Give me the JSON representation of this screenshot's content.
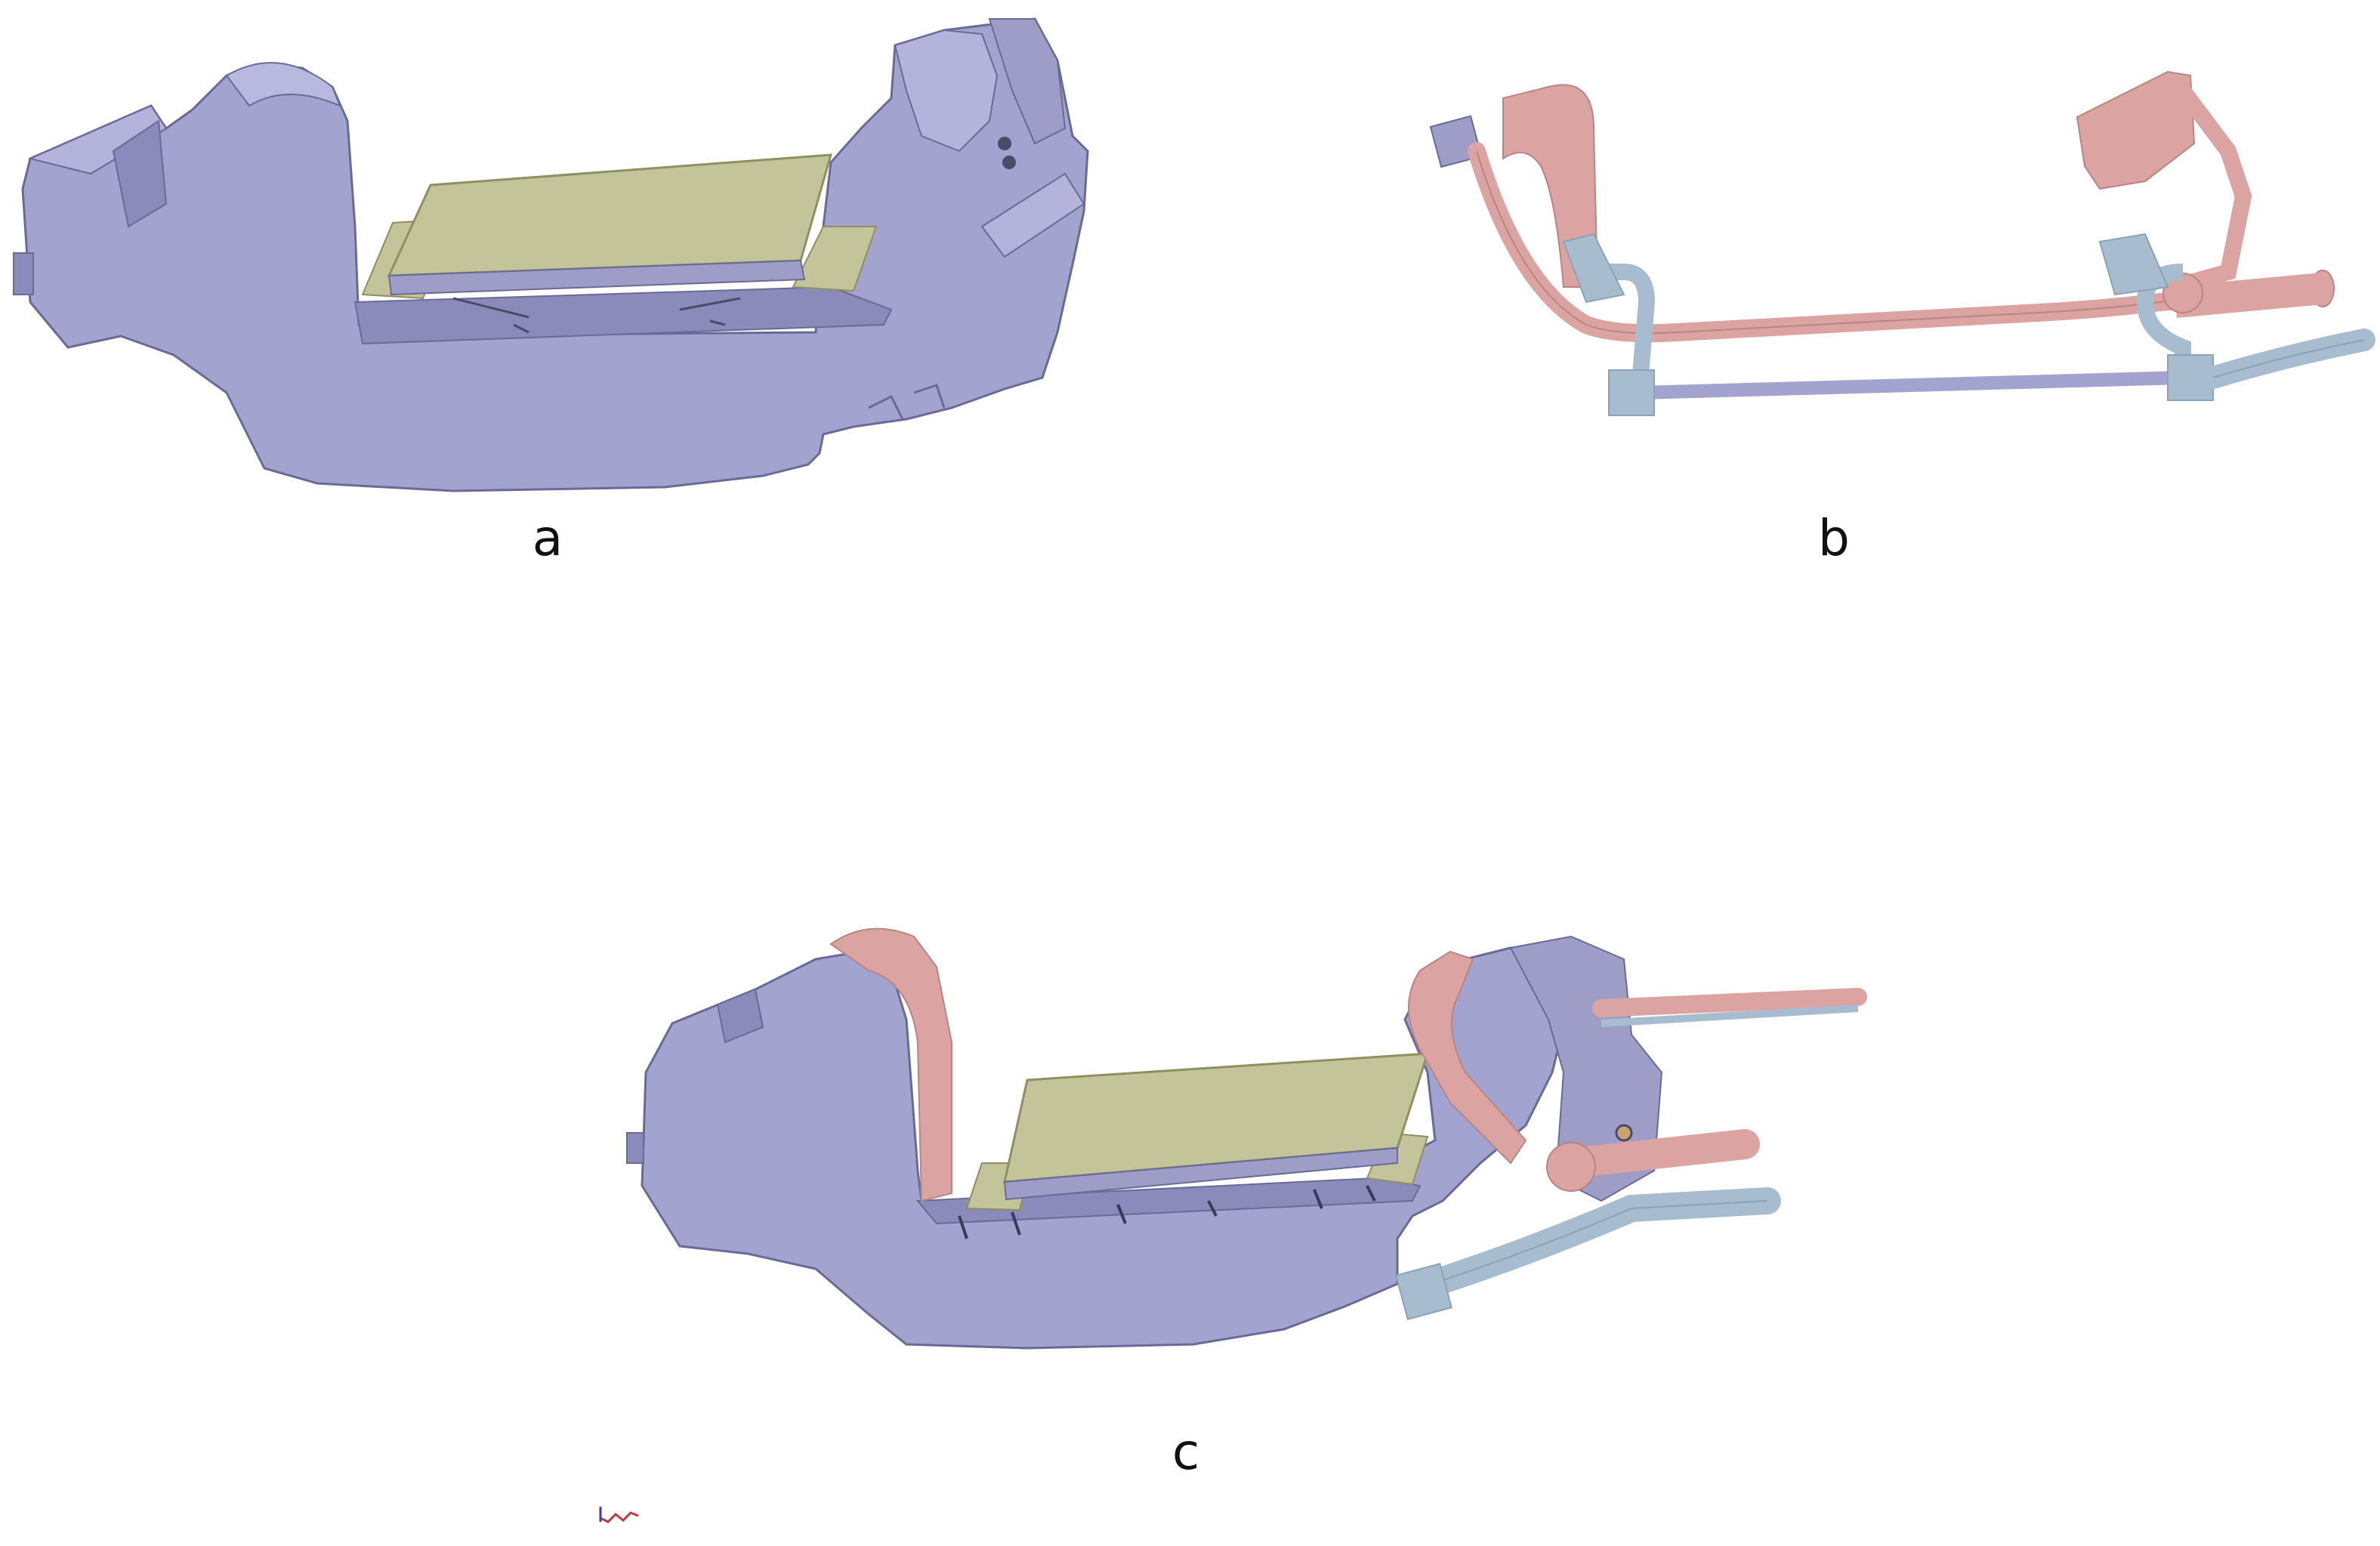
{
  "panels": {
    "a": {
      "label": "a"
    },
    "b": {
      "label": "b"
    },
    "c": {
      "label": "c"
    }
  },
  "colors": {
    "body": "#a3a3cf",
    "body_dark": "#8a8abb",
    "body_edge": "#6a6a97",
    "plate": "#c4c49a",
    "plate_edge": "#8f8f62",
    "pink": "#dba4a2",
    "pink_dark": "#c98e8c",
    "blue": "#a7bdcf",
    "blue_dark": "#8aa3b8"
  }
}
